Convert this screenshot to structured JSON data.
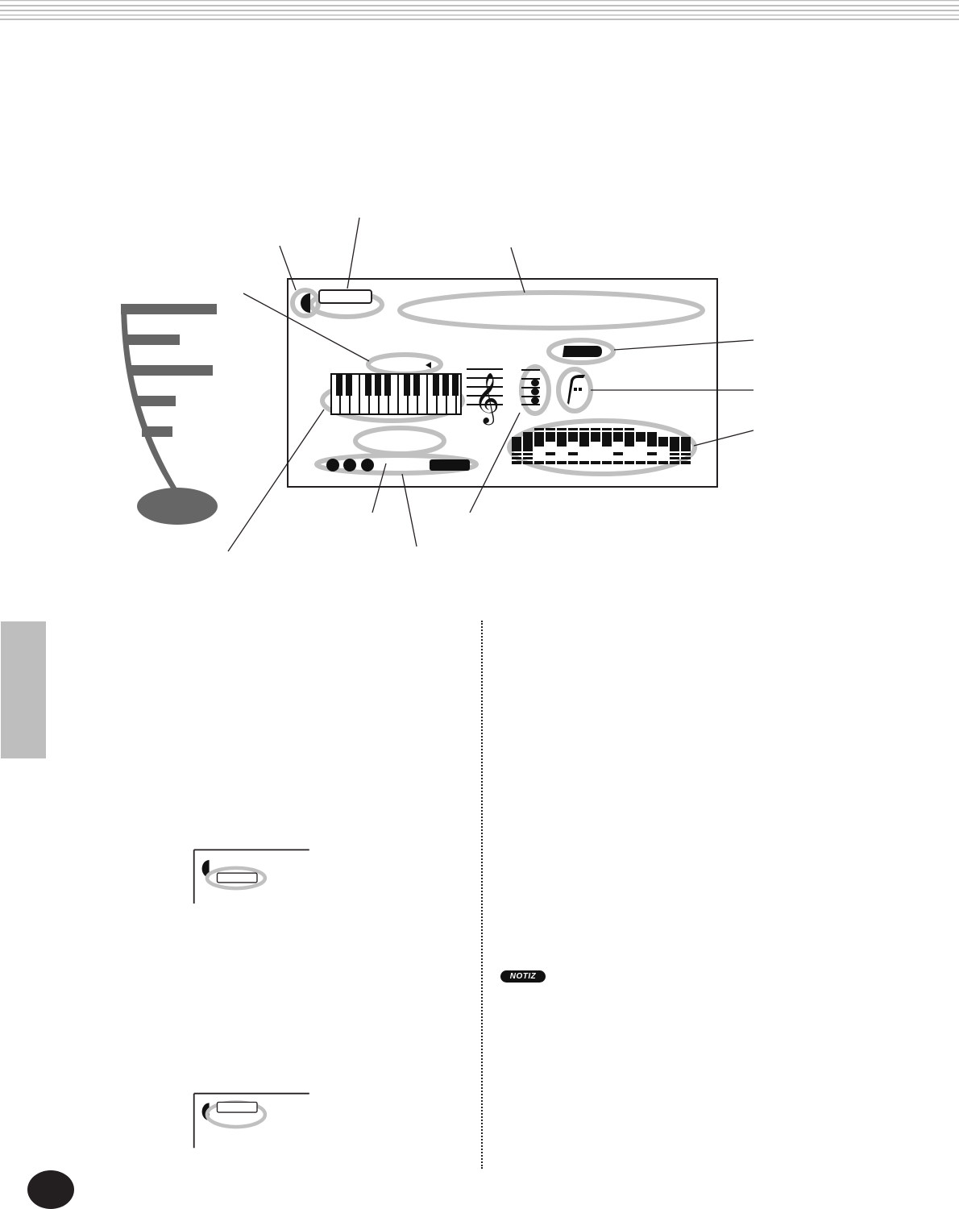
{
  "page": {
    "background": "#ffffff",
    "rule_color": "#bebebe",
    "ink_color": "#231f20",
    "highlight_color": "#c0c0c0",
    "accent_gray": "#666666"
  },
  "header": {
    "rules_count": 5
  },
  "lcd_diagram": {
    "description": "LCD display overview with callout leader lines",
    "components": [
      {
        "id": "half-circle-indicator",
        "label": ""
      },
      {
        "id": "number-box",
        "label": ""
      },
      {
        "id": "name-area",
        "label": ""
      },
      {
        "id": "keyboard-indicator-arrow",
        "label": ""
      },
      {
        "id": "keyboard-graphic",
        "label": ""
      },
      {
        "id": "treble-clef-staff",
        "label": ""
      },
      {
        "id": "note-stack",
        "label": ""
      },
      {
        "id": "black-bar-indicator",
        "label": ""
      },
      {
        "id": "dynamics-symbol",
        "label": ""
      },
      {
        "id": "bar-meter",
        "label": ""
      },
      {
        "id": "beat-area",
        "label": ""
      },
      {
        "id": "dots-and-bar-indicator",
        "label": ""
      }
    ],
    "bar_meter_heights": [
      4,
      6,
      7,
      5,
      7,
      5,
      7,
      7,
      5,
      7,
      5,
      6,
      4,
      4,
      4,
      5
    ]
  },
  "left_icon": {
    "name": "music-note-ruler-icon",
    "color": "#666666"
  },
  "side_tab": {
    "color": "#bebebe"
  },
  "notiz_badge": {
    "label": "NOTIZ"
  },
  "page_marker": {
    "color": "#231f20"
  }
}
